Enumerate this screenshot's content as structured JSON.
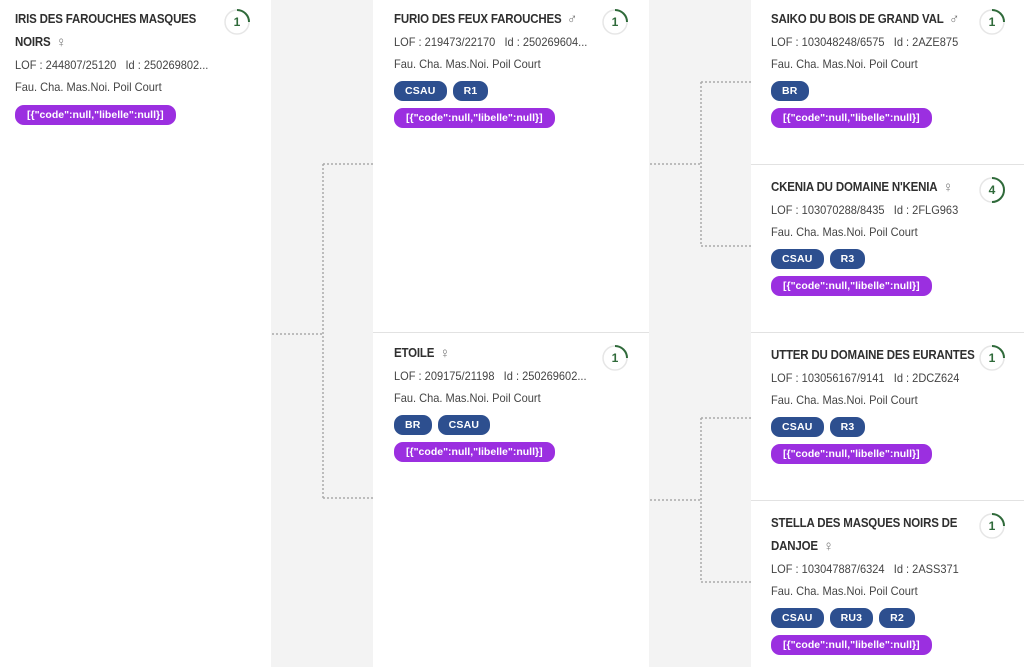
{
  "labels": {
    "lof_prefix": "LOF : ",
    "id_prefix": "Id : "
  },
  "colors": {
    "badge": "#2d4f8f",
    "tag": "#9b2fe0",
    "ring_green": "#2f6a3a",
    "ring_grey": "#e6e6e6"
  },
  "dogs": [
    {
      "name_line1": "IRIS DES FAROUCHES MASQUES",
      "name_line2": "NOIRS",
      "sex_icon": "female-icon",
      "sex_symbol": "♀",
      "lof": "244807/25120",
      "id": "250269802...",
      "breed": "Fau. Cha. Mas.Noi. Poil Court",
      "badges": [],
      "tag": "[{\"code\":null,\"libelle\":null}]",
      "count": "1",
      "count_fraction": 0.25
    },
    {
      "name_line1": "FURIO DES FEUX FAROUCHES",
      "sex_icon": "male-icon",
      "sex_symbol": "♂",
      "lof": "219473/22170",
      "id": "250269604...",
      "breed": "Fau. Cha. Mas.Noi. Poil Court",
      "badges": [
        "CSAU",
        "R1"
      ],
      "tag": "[{\"code\":null,\"libelle\":null}]",
      "count": "1",
      "count_fraction": 0.25
    },
    {
      "name_line1": "ETOILE",
      "sex_icon": "female-icon",
      "sex_symbol": "♀",
      "lof": "209175/21198",
      "id": "250269602...",
      "breed": "Fau. Cha. Mas.Noi. Poil Court",
      "badges": [
        "BR",
        "CSAU"
      ],
      "tag": "[{\"code\":null,\"libelle\":null}]",
      "count": "1",
      "count_fraction": 0.25
    },
    {
      "name_line1": "SAIKO DU BOIS DE GRAND VAL",
      "sex_icon": "male-icon",
      "sex_symbol": "♂",
      "lof": "103048248/6575",
      "id": "2AZE875",
      "breed": "Fau. Cha. Mas.Noi. Poil Court",
      "badges": [
        "BR"
      ],
      "tag": "[{\"code\":null,\"libelle\":null}]",
      "count": "1",
      "count_fraction": 0.25
    },
    {
      "name_line1": "CKENIA DU DOMAINE N'KENIA",
      "sex_icon": "female-icon",
      "sex_symbol": "♀",
      "lof": "103070288/8435",
      "id": "2FLG963",
      "breed": "Fau. Cha. Mas.Noi. Poil Court",
      "badges": [
        "CSAU",
        "R3"
      ],
      "tag": "[{\"code\":null,\"libelle\":null}]",
      "count": "4",
      "count_fraction": 0.5
    },
    {
      "name_line1": "UTTER DU DOMAINE DES EURANTES",
      "sex_icon": "male-icon",
      "sex_symbol": "♂",
      "lof": "103056167/9141",
      "id": "2DCZ624",
      "breed": "Fau. Cha. Mas.Noi. Poil Court",
      "badges": [
        "CSAU",
        "R3"
      ],
      "tag": "[{\"code\":null,\"libelle\":null}]",
      "count": "1",
      "count_fraction": 0.25
    },
    {
      "name_line1": "STELLA DES MASQUES NOIRS DE",
      "name_line2": "DANJOE",
      "sex_icon": "female-icon",
      "sex_symbol": "♀",
      "lof": "103047887/6324",
      "id": "2ASS371",
      "breed": "Fau. Cha. Mas.Noi. Poil Court",
      "badges": [
        "CSAU",
        "RU3",
        "R2"
      ],
      "tag": "[{\"code\":null,\"libelle\":null}]",
      "count": "1",
      "count_fraction": 0.25
    }
  ]
}
